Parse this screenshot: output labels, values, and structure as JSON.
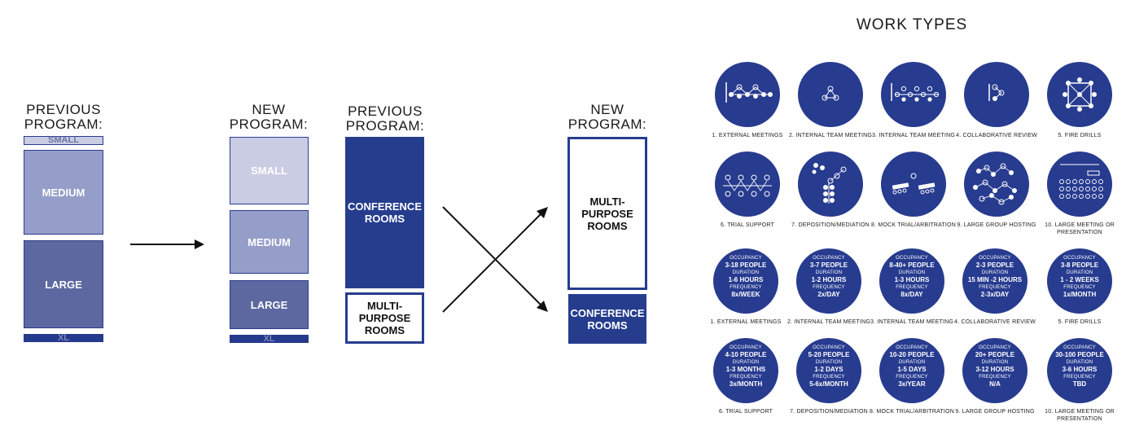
{
  "left": {
    "d1": {
      "heading": [
        "PREVIOUS",
        "PROGRAM:"
      ],
      "blocks": [
        "SMALL",
        "MEDIUM",
        "LARGE",
        "XL"
      ]
    },
    "d2": {
      "heading": [
        "NEW",
        "PROGRAM:"
      ],
      "blocks": [
        "SMALL",
        "MEDIUM",
        "LARGE",
        "XL"
      ]
    },
    "d3": {
      "heading": [
        "PREVIOUS",
        "PROGRAM:"
      ],
      "conference": "CONFERENCE\nROOMS",
      "multi": "MULTI-\nPURPOSE\nROOMS"
    },
    "d4": {
      "heading": [
        "NEW",
        "PROGRAM:"
      ],
      "multi": "MULTI-\nPURPOSE\nROOMS",
      "conference": "CONFERENCE\nROOMS"
    }
  },
  "colors": {
    "navy": "#273b8f",
    "small": "#c9cce3",
    "medium": "#959ec8",
    "large": "#5c689f"
  },
  "work_types": {
    "title": "WORK TYPES",
    "diagrams": [
      {
        "label": "1. EXTERNAL MEETINGS",
        "icon": "external-meetings-icon"
      },
      {
        "label": "2. INTERNAL TEAM MEETING",
        "icon": "internal-team-meeting-icon"
      },
      {
        "label": "3. INTERNAL TEAM MEETING",
        "icon": "internal-team-meeting-large-icon"
      },
      {
        "label": "4. COLLABORATIVE REVIEW",
        "icon": "collaborative-review-icon"
      },
      {
        "label": "5. FIRE DRILLS",
        "icon": "fire-drills-icon"
      },
      {
        "label": "6. TRIAL SUPPORT",
        "icon": "trial-support-icon"
      },
      {
        "label": "7. DEPOSITION/MEDIATION",
        "icon": "deposition-mediation-icon"
      },
      {
        "label": "8. MOCK TRIAL/ARBITRATION",
        "icon": "mock-trial-icon"
      },
      {
        "label": "9. LARGE GROUP HOSTING",
        "icon": "large-group-hosting-icon"
      },
      {
        "label": "10. LARGE MEETING OR PRESENTATION",
        "icon": "large-meeting-presentation-icon"
      }
    ],
    "info_keys": {
      "occupancy": "OCCUPANCY",
      "duration": "DURATION",
      "frequency": "FREQUENCY"
    },
    "info": [
      {
        "label": "1. EXTERNAL MEETINGS",
        "occupancy": "3-18 PEOPLE",
        "duration": "1-6 HOURS",
        "frequency": "8x/WEEK"
      },
      {
        "label": "2. INTERNAL TEAM MEETING",
        "occupancy": "3-7 PEOPLE",
        "duration": "1-2 HOURS",
        "frequency": "2x/DAY"
      },
      {
        "label": "3. INTERNAL TEAM MEETING",
        "occupancy": "8-40+ PEOPLE",
        "duration": "1-3 HOURS",
        "frequency": "8x/DAY"
      },
      {
        "label": "4. COLLABORATIVE REVIEW",
        "occupancy": "2-3 PEOPLE",
        "duration": "15 MIN -2 HOURS",
        "frequency": "2-3x/DAY"
      },
      {
        "label": "5. FIRE DRILLS",
        "occupancy": "3-8 PEOPLE",
        "duration": "1 - 2 WEEKS",
        "frequency": "1x/MONTH"
      },
      {
        "label": "6. TRIAL SUPPORT",
        "occupancy": "4-10 PEOPLE",
        "duration": "1-3 MONTHS",
        "frequency": "3x/MONTH"
      },
      {
        "label": "7. DEPOSITION/MEDIATION",
        "occupancy": "5-20 PEOPLE",
        "duration": "1-2 DAYS",
        "frequency": "5-6x/MONTH"
      },
      {
        "label": "8. MOCK TRIAL/ARBITRATION",
        "occupancy": "10-20 PEOPLE",
        "duration": "1-5 DAYS",
        "frequency": "3x/YEAR"
      },
      {
        "label": "9. LARGE GROUP HOSTING",
        "occupancy": "20+ PEOPLE",
        "duration": "3-12 HOURS",
        "frequency": "N/A"
      },
      {
        "label": "10. LARGE MEETING OR PRESENTATION",
        "occupancy": "30-100 PEOPLE",
        "duration": "3-6 HOURS",
        "frequency": "TBD"
      }
    ]
  }
}
